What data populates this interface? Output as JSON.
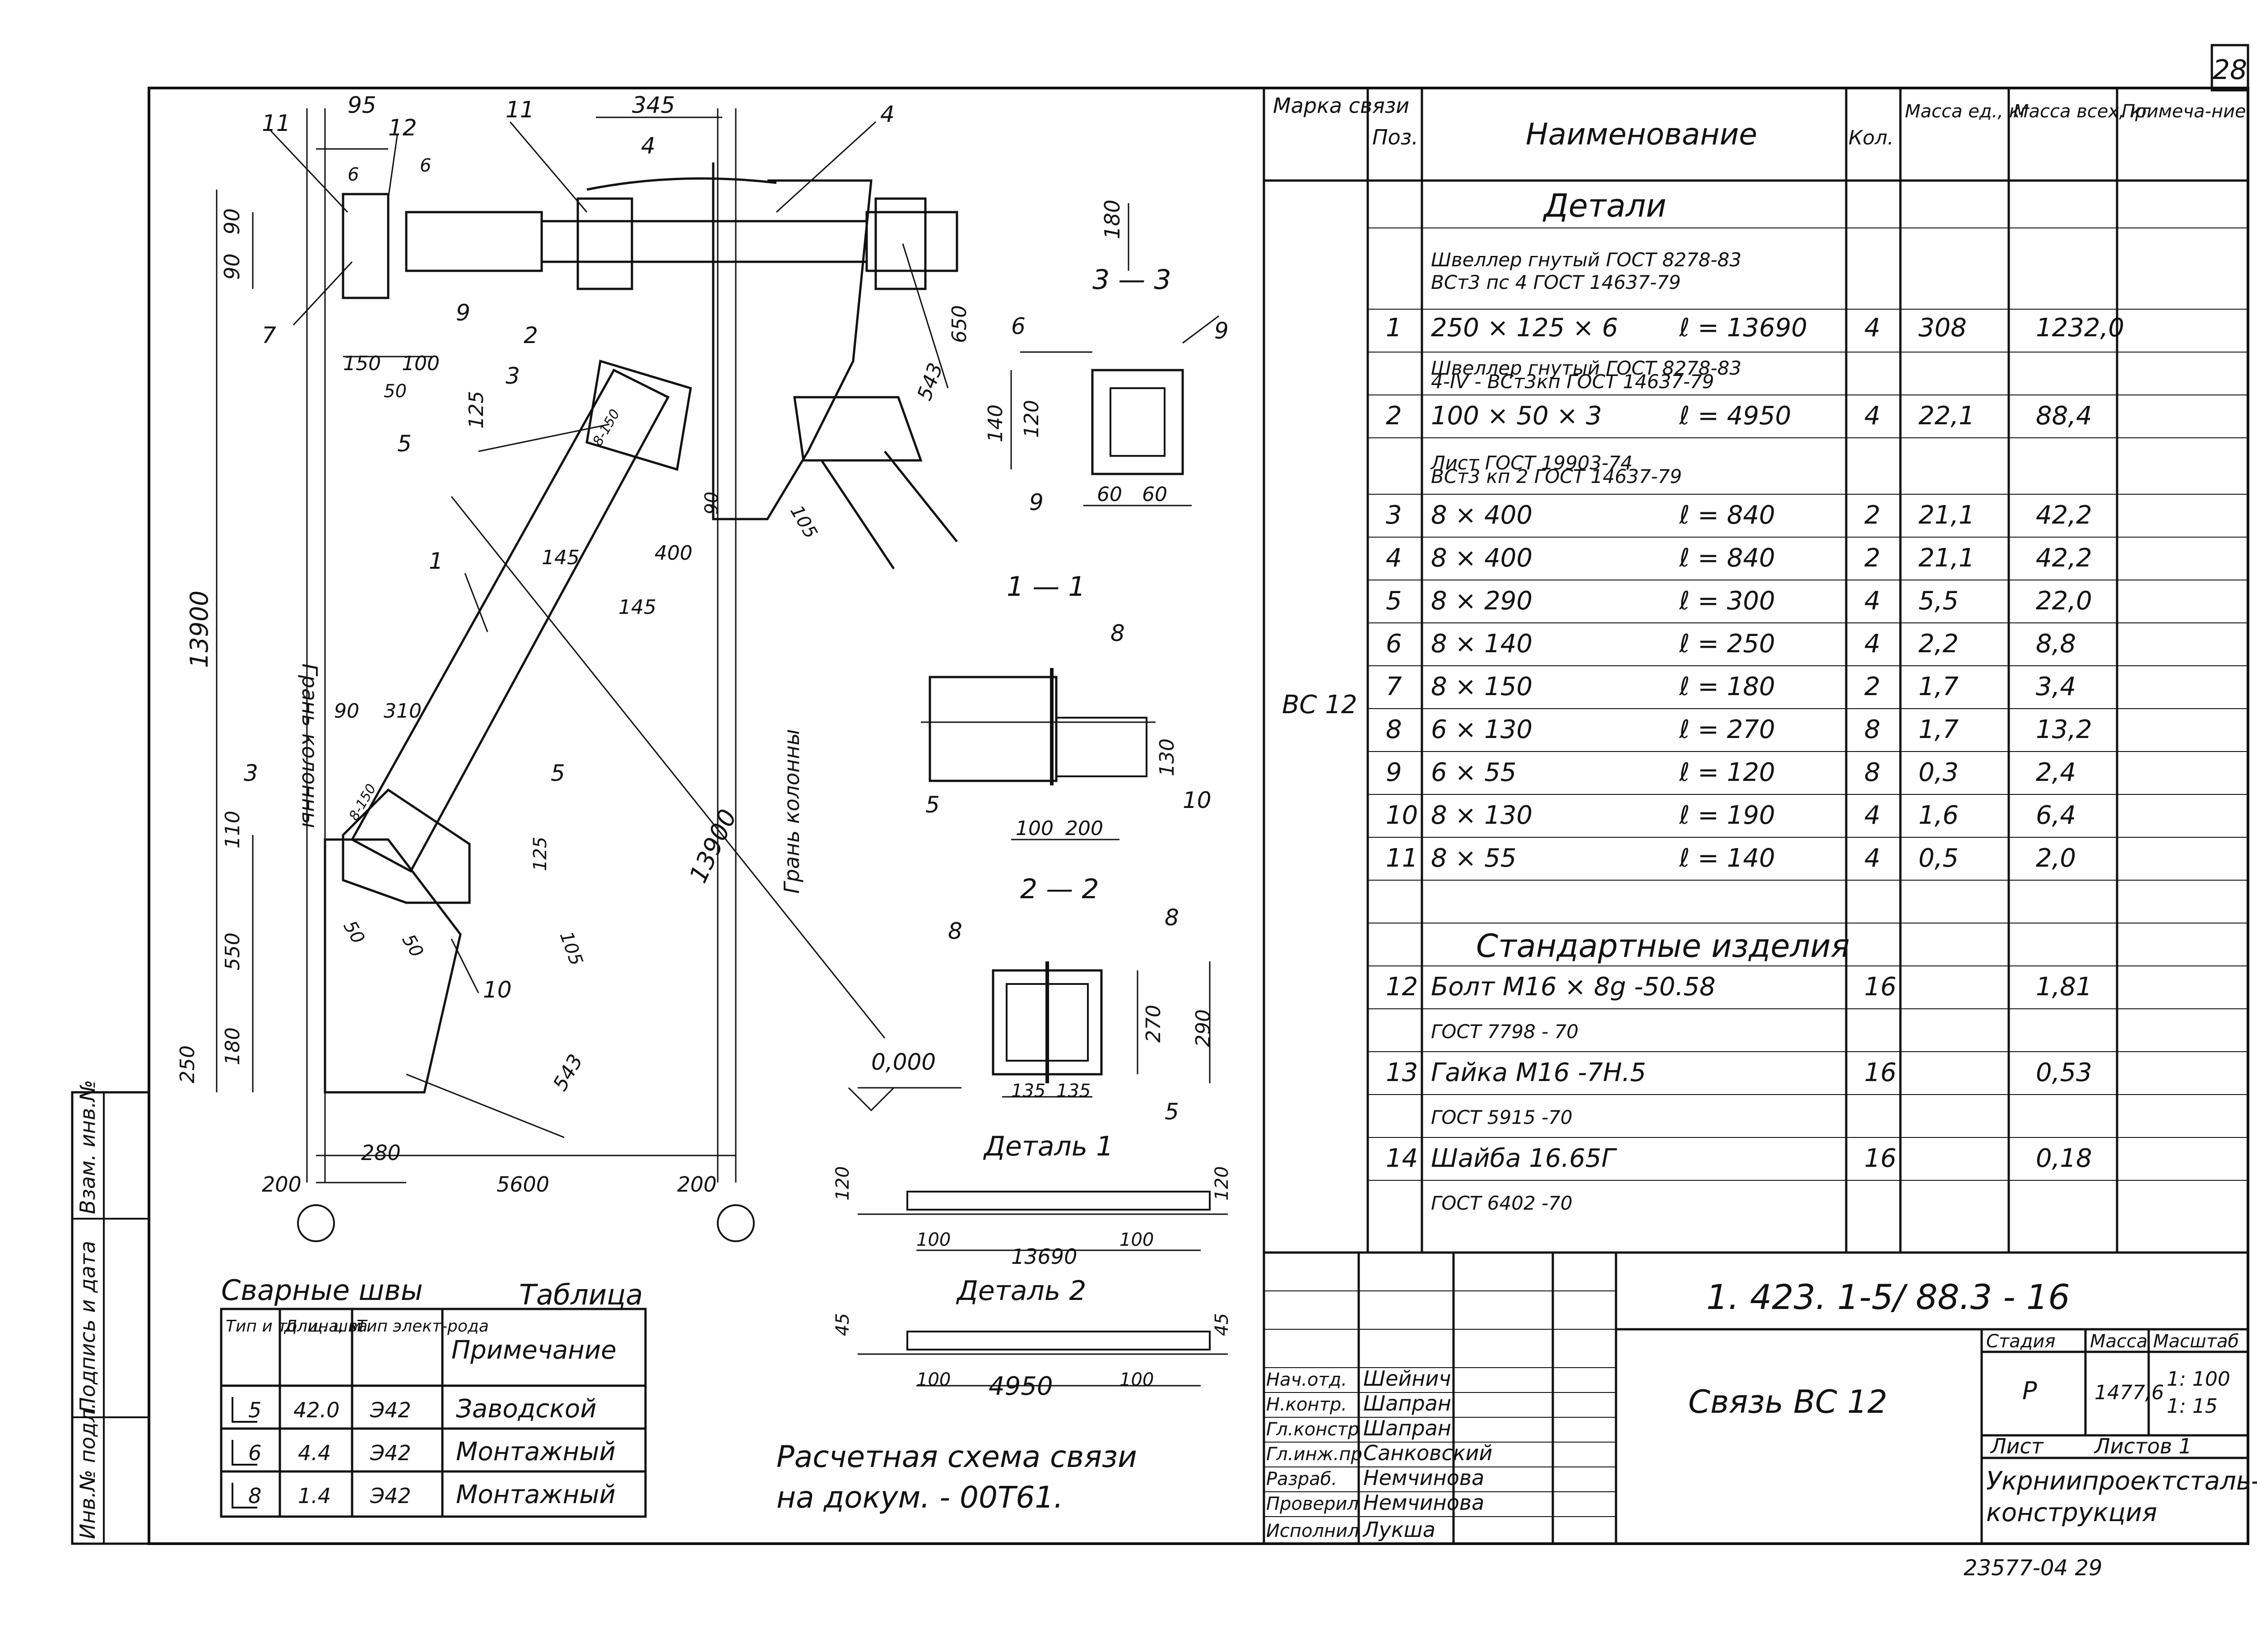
{
  "sheet": {
    "number": "28",
    "code": "1. 423. 1-5/ 88.3 - 16",
    "title": "Связь ВС 12",
    "stage_label": "Стадия",
    "mass_label": "Масса",
    "scale_label": "Масштаб",
    "stage": "Р",
    "mass": "1477,6",
    "scale_1": "1: 100",
    "scale_2": "1: 15",
    "sheet_label": "Лист",
    "sheets_label": "Листов 1",
    "org_1": "Укрниипроектсталь-",
    "org_2": "конструкция",
    "inventory": "23577-04 29",
    "roles": [
      {
        "role": "Нач.отд.",
        "name": "Шейнич"
      },
      {
        "role": "Н.контр.",
        "name": "Шапран"
      },
      {
        "role": "Гл.констр",
        "name": "Шапран"
      },
      {
        "role": "Гл.инж.пр",
        "name": "Санковский"
      },
      {
        "role": "Разраб.",
        "name": "Немчинова"
      },
      {
        "role": "Проверил",
        "name": "Немчинова"
      },
      {
        "role": "Исполнил",
        "name": "Лукша"
      }
    ],
    "side_stamp": [
      "Инв.№ подл.",
      "Подпись и дата",
      "Взам. инв.№"
    ]
  },
  "spec": {
    "headers": [
      "Марка связи",
      "Поз.",
      "Наименование",
      "Кол.",
      "Масса ед., кг",
      "Масса всех, кг",
      "Примеча-ние"
    ],
    "mark": "ВС 12",
    "section_details": "Детали",
    "section_standard": "Стандартные изделия",
    "rows": [
      {
        "pos": "",
        "name": "Швеллер гнутый ГОСТ 8278-83",
        "l": "",
        "qty": "",
        "m1": "",
        "mall": ""
      },
      {
        "pos": "",
        "name": "ВСт3 пс 4 ГОСТ 14637-79",
        "l": "",
        "qty": "",
        "m1": "",
        "mall": ""
      },
      {
        "pos": "1",
        "name": "250 × 125 × 6",
        "l": "ℓ = 13690",
        "qty": "4",
        "m1": "308",
        "mall": "1232,0"
      },
      {
        "pos": "",
        "name": "Швеллер гнутый ГОСТ 8278-83",
        "l": "",
        "qty": "",
        "m1": "",
        "mall": ""
      },
      {
        "pos": "",
        "name": "4-IV - ВСт3кп ГОСТ 14637-79",
        "l": "",
        "qty": "",
        "m1": "",
        "mall": ""
      },
      {
        "pos": "2",
        "name": "100 × 50 × 3",
        "l": "ℓ = 4950",
        "qty": "4",
        "m1": "22,1",
        "mall": "88,4"
      },
      {
        "pos": "",
        "name": "Лист ГОСТ 19903-74",
        "l": "",
        "qty": "",
        "m1": "",
        "mall": ""
      },
      {
        "pos": "",
        "name": "ВСт3 кп 2 ГОСТ 14637-79",
        "l": "",
        "qty": "",
        "m1": "",
        "mall": ""
      },
      {
        "pos": "3",
        "name": "8 × 400",
        "l": "ℓ = 840",
        "qty": "2",
        "m1": "21,1",
        "mall": "42,2"
      },
      {
        "pos": "4",
        "name": "8 × 400",
        "l": "ℓ = 840",
        "qty": "2",
        "m1": "21,1",
        "mall": "42,2"
      },
      {
        "pos": "5",
        "name": "8 × 290",
        "l": "ℓ = 300",
        "qty": "4",
        "m1": "5,5",
        "mall": "22,0"
      },
      {
        "pos": "6",
        "name": "8 × 140",
        "l": "ℓ = 250",
        "qty": "4",
        "m1": "2,2",
        "mall": "8,8"
      },
      {
        "pos": "7",
        "name": "8 × 150",
        "l": "ℓ = 180",
        "qty": "2",
        "m1": "1,7",
        "mall": "3,4"
      },
      {
        "pos": "8",
        "name": "6 × 130",
        "l": "ℓ = 270",
        "qty": "8",
        "m1": "1,7",
        "mall": "13,2"
      },
      {
        "pos": "9",
        "name": "6 × 55",
        "l": "ℓ = 120",
        "qty": "8",
        "m1": "0,3",
        "mall": "2,4"
      },
      {
        "pos": "10",
        "name": "8 × 130",
        "l": "ℓ = 190",
        "qty": "4",
        "m1": "1,6",
        "mall": "6,4"
      },
      {
        "pos": "11",
        "name": "8 × 55",
        "l": "ℓ = 140",
        "qty": "4",
        "m1": "0,5",
        "mall": "2,0"
      },
      {
        "pos": "12",
        "name": "Болт М16 × 8g -50.58",
        "l": "",
        "qty": "16",
        "m1": "",
        "mall": "1,81"
      },
      {
        "pos": "",
        "name": "ГОСТ 7798 - 70",
        "l": "",
        "qty": "",
        "m1": "",
        "mall": ""
      },
      {
        "pos": "13",
        "name": "Гайка М16 -7Н.5",
        "l": "",
        "qty": "16",
        "m1": "",
        "mall": "0,53"
      },
      {
        "pos": "",
        "name": "ГОСТ 5915 -70",
        "l": "",
        "qty": "",
        "m1": "",
        "mall": ""
      },
      {
        "pos": "14",
        "name": "Шайба 16.65Г",
        "l": "",
        "qty": "16",
        "m1": "",
        "mall": "0,18"
      },
      {
        "pos": "",
        "name": "ГОСТ 6402 -70",
        "l": "",
        "qty": "",
        "m1": "",
        "mall": ""
      }
    ]
  },
  "welds": {
    "title": "Сварные швы",
    "table_label": "Таблица",
    "headers": [
      "Тип и толщ. шва",
      "Длина, м",
      "Тип элект-рода",
      "Примечание"
    ],
    "rows": [
      {
        "type": "5",
        "length": "42.0",
        "electrode": "Э42",
        "note": "Заводской"
      },
      {
        "type": "6",
        "length": "4.4",
        "electrode": "Э42",
        "note": "Монтажный"
      },
      {
        "type": "8",
        "length": "1.4",
        "electrode": "Э42",
        "note": "Монтажный"
      }
    ]
  },
  "notes": {
    "calc_1": "Расчетная схема связи",
    "calc_2": "на докум. - 00Т61."
  },
  "labels": {
    "col_face": "Грань колонны",
    "sec_33": "3 — 3",
    "sec_11": "1 — 1",
    "sec_22": "2 — 2",
    "detail1": "Деталь 1",
    "detail2": "Деталь 2",
    "level": "0,000",
    "p_11": "11",
    "p_12": "12",
    "p_4": "4",
    "p_6": "6",
    "p_7": "7",
    "p_9": "9",
    "p_2": "2",
    "p_3": "3",
    "p_5": "5",
    "p_1": "1",
    "p_10": "10",
    "p_8": "8",
    "d_95": "95",
    "d_345": "345",
    "d_90": "90",
    "d_180": "180",
    "d_150": "150",
    "d_100": "100",
    "d_50": "50",
    "d_125": "125",
    "d_650": "650",
    "d_543": "543",
    "d_140": "140",
    "d_120": "120",
    "d_60": "60",
    "d_105": "105",
    "d_145": "145",
    "d_400": "400",
    "d_13900": "13900",
    "d_310": "310",
    "d_110": "110",
    "d_550": "550",
    "d_250": "250",
    "d_280": "280",
    "d_200": "200",
    "d_5600": "5600",
    "d_270": "270",
    "d_290": "290",
    "d_135": "135",
    "d_130": "130",
    "d_13690": "13690",
    "d_4950": "4950",
    "d_45": "45",
    "d_5": "5",
    "bolt_spacing": "8-150"
  }
}
